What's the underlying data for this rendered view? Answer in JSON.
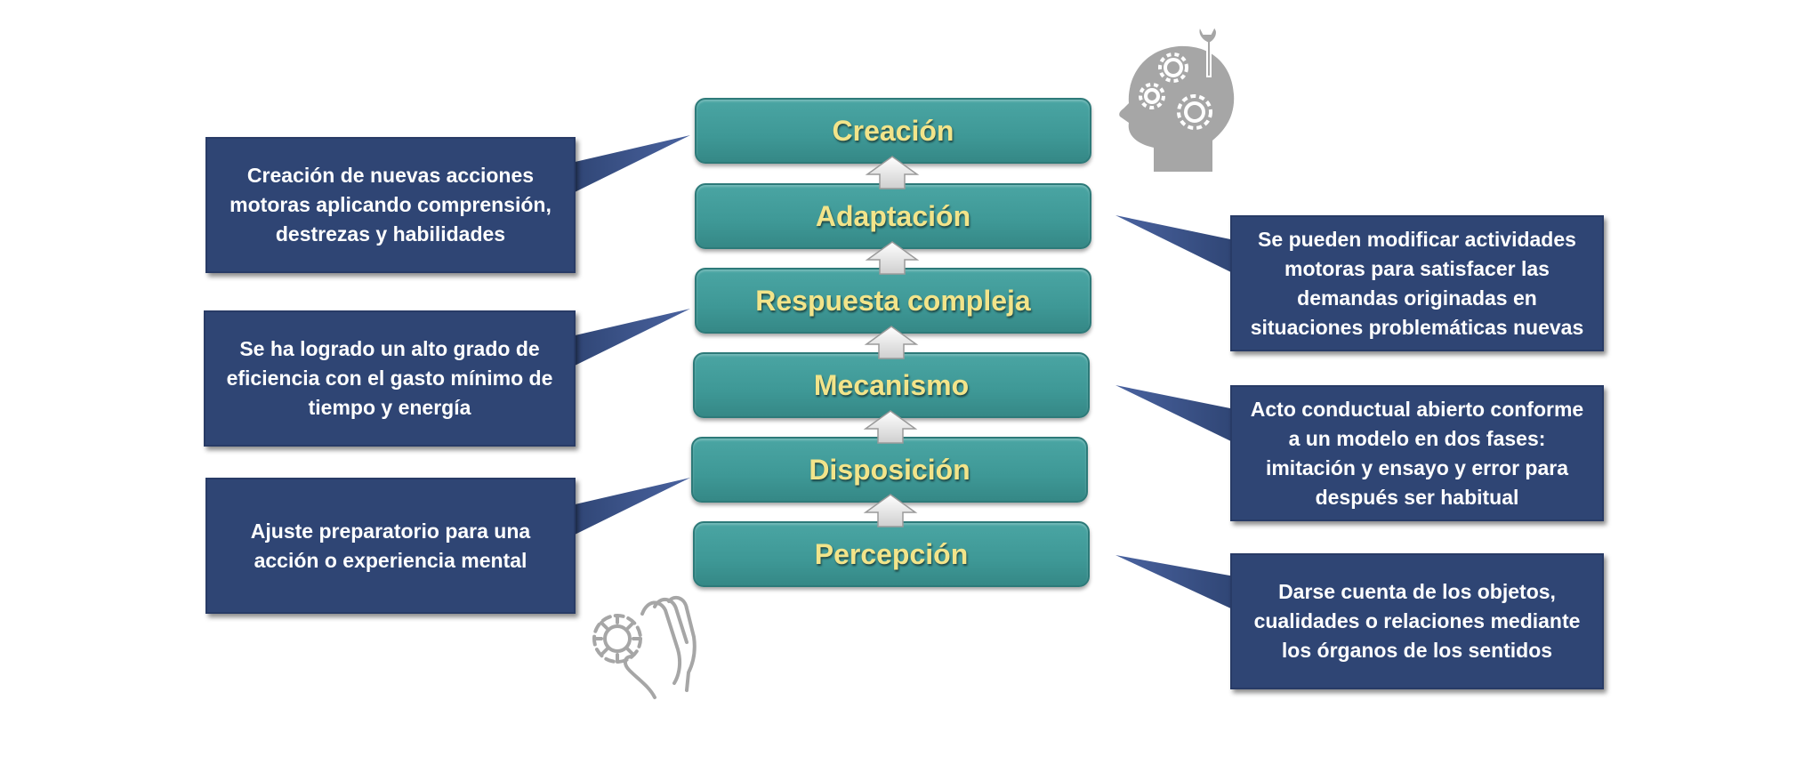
{
  "levels": [
    {
      "label": "Creación"
    },
    {
      "label": "Adaptación"
    },
    {
      "label": "Respuesta compleja"
    },
    {
      "label": "Mecanismo"
    },
    {
      "label": "Disposición"
    },
    {
      "label": "Percepción"
    }
  ],
  "callouts": {
    "creacion": "Creación de nuevas acciones motoras aplicando comprensión, destrezas y habilidades",
    "adaptacion": "Se pueden modificar actividades motoras para satisfacer las demandas originadas en situaciones problemáticas nuevas",
    "respuesta_compleja": "Se ha logrado un alto grado de eficiencia con el gasto mínimo de tiempo y energía",
    "mecanismo": "Acto conductual abierto conforme a un modelo en dos fases: imitación y ensayo y error para después ser habitual",
    "disposicion": "Ajuste preparatorio para una acción o experiencia mental",
    "percepcion": "Darse cuenta de los objetos, cualidades o relaciones mediante los órganos de los sentidos"
  },
  "colors": {
    "level_fill": "#3e9896",
    "level_text": "#f2e48a",
    "callout_fill": "#2f4574",
    "callout_text": "#ffffff",
    "arrow": "#e8e8e8",
    "icon_gray": "#a6a6a6"
  },
  "icons": [
    "head-gears-wrench-icon",
    "hand-gear-icon",
    "up-arrow-icon"
  ]
}
